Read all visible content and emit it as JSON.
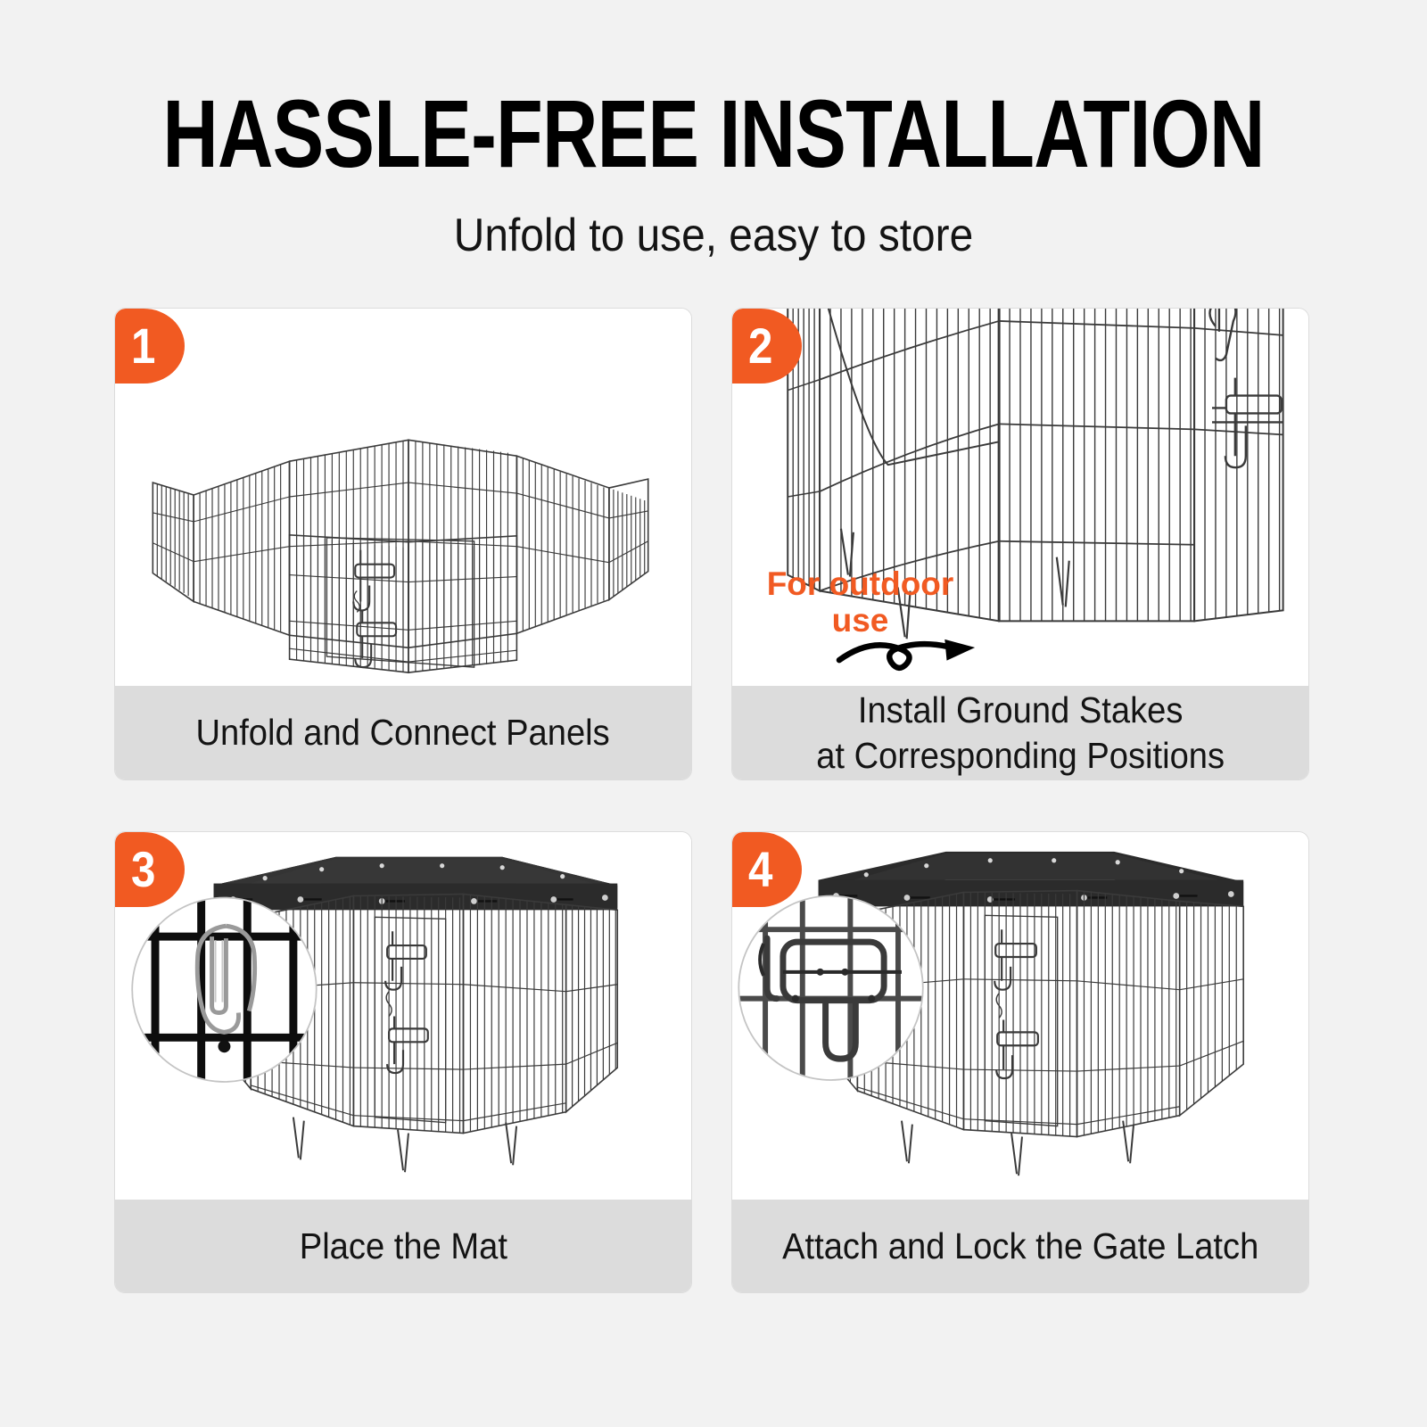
{
  "header": {
    "title": "HASSLE-FREE INSTALLATION",
    "subtitle": "Unfold to use, easy to store"
  },
  "colors": {
    "background": "#f2f2f2",
    "card": "#ffffff",
    "badge_orange": "#f15a22",
    "caption_bar": "#dcdcdc",
    "text": "#141414",
    "wire": "#3a3a3a",
    "mat": "#2b2b2b"
  },
  "steps": [
    {
      "number": "1",
      "caption_lines": [
        "Unfold and Connect Panels"
      ],
      "illustration": "octagonal-wire-playpen-unfolded",
      "callout": null
    },
    {
      "number": "2",
      "caption_lines": [
        "Install Ground Stakes",
        "at Corresponding Positions"
      ],
      "illustration": "wire-panel-closeup-with-ground-stakes",
      "callout": {
        "line1": "For outdoor",
        "line2": "use"
      }
    },
    {
      "number": "3",
      "caption_lines": [
        "Place the Mat"
      ],
      "illustration": "playpen-with-top-mat-and-carabiner-inset",
      "callout": null
    },
    {
      "number": "4",
      "caption_lines": [
        "Attach and Lock the Gate Latch"
      ],
      "illustration": "playpen-with-mat-and-gate-latch-inset",
      "callout": null
    }
  ]
}
